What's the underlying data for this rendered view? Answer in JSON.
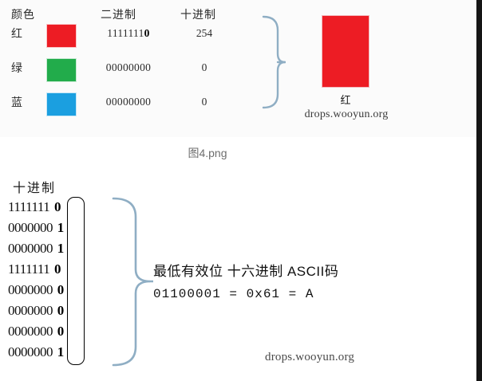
{
  "top_section": {
    "headers": {
      "color": "颜色",
      "binary": "二进制",
      "decimal": "十进制"
    },
    "rows": [
      {
        "name": "红",
        "swatch_color": "#ED1C24",
        "binary_head": "1111111",
        "binary_lsb": "0",
        "binary_full": "11111110",
        "decimal": "254"
      },
      {
        "name": "绿",
        "swatch_color": "#22AC4B",
        "binary_head": "0000000",
        "binary_lsb": "0",
        "binary_full": "00000000",
        "decimal": "0"
      },
      {
        "name": "蓝",
        "swatch_color": "#1B9FE0",
        "binary_head": "0000000",
        "binary_lsb": "0",
        "binary_full": "00000000",
        "decimal": "0"
      }
    ],
    "preview": {
      "color": "#ED1C24",
      "caption": "红"
    },
    "watermark": "drops.wooyun.org",
    "brace_color": "#8FAEC4"
  },
  "figure_caption": "图4.png",
  "bottom_section": {
    "header": "十进制",
    "binary_rows": [
      {
        "head": "1111111",
        "lsb": "0",
        "full": "11111110"
      },
      {
        "head": "0000000",
        "lsb": "1",
        "full": "00000001"
      },
      {
        "head": "0000000",
        "lsb": "1",
        "full": "00000001"
      },
      {
        "head": "1111111",
        "lsb": "0",
        "full": "11111110"
      },
      {
        "head": "0000000",
        "lsb": "0",
        "full": "00000000"
      },
      {
        "head": "0000000",
        "lsb": "0",
        "full": "00000000"
      },
      {
        "head": "0000000",
        "lsb": "0",
        "full": "00000000"
      },
      {
        "head": "0000000",
        "lsb": "1",
        "full": "00000001"
      }
    ],
    "explanation_title": "最低有效位  十六进制  ASCII码",
    "explanation_equation": "01100001  =   0x61   =  A",
    "extracted_bits": "01100001",
    "extracted_hex": "0x61",
    "extracted_char": "A",
    "watermark": "drops.wooyun.org",
    "brace_color": "#8FAEC4",
    "highlight_box_color": "#000000"
  }
}
